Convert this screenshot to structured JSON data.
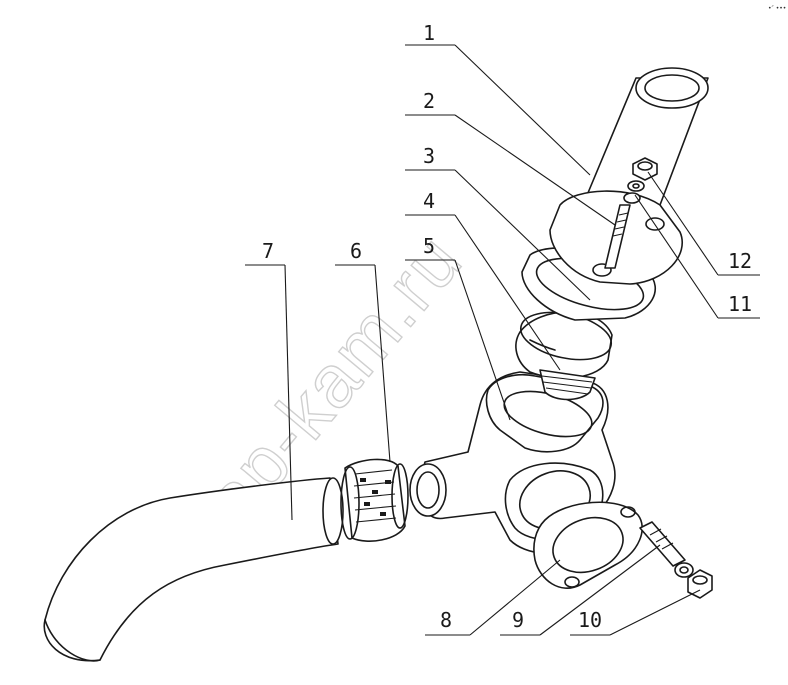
{
  "watermark": "zap-kam.ru",
  "corner_mark": "•″ •••",
  "callouts": [
    "1",
    "2",
    "3",
    "4",
    "5",
    "6",
    "7",
    "8",
    "9",
    "10",
    "11",
    "12"
  ],
  "colors": {
    "line": "#1a1a1a",
    "watermark": "#cfcfcf",
    "background": "#ffffff"
  }
}
